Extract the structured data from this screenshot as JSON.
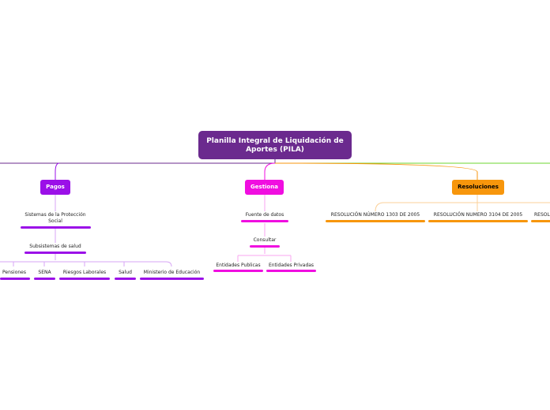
{
  "root": {
    "label": "Planilla Integral de Liquidación de Aportes (PILA)"
  },
  "colors": {
    "root": "#6b2a8e",
    "pagos": "#9b10e8",
    "gestiona": "#f00ee0",
    "resoluciones": "#f7960c",
    "green": "#6cd42f"
  },
  "branches": {
    "pagos": {
      "label": "Pagos",
      "sistemas": "Sistemas de la Protección Social",
      "subsistemas": "Subsistemas de salud",
      "items": [
        "Pensiones",
        "SENA",
        "Riesgos Laborales",
        "Salud",
        "Ministerio de Educación"
      ]
    },
    "gestiona": {
      "label": "Gestiona",
      "fuente": "Fuente de datos",
      "consultar": "Consultar",
      "items": [
        "Entidades Publicas",
        "Entidades Privadas"
      ]
    },
    "resoluciones": {
      "label": "Resoluciones",
      "items": [
        "RESOLUCIÓN NÚMERO 1303 DE 2005",
        "RESOLUCIÓN NUMERO 3104 DE 2005",
        "RESOL"
      ]
    }
  }
}
